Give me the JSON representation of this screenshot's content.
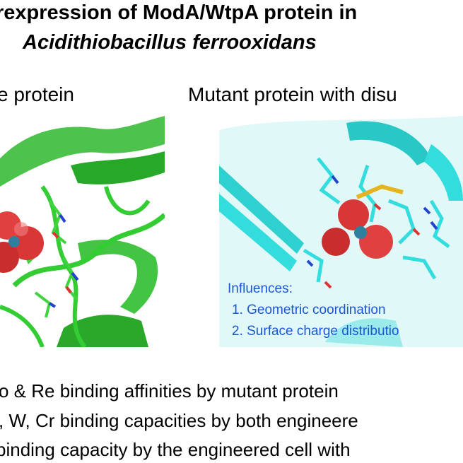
{
  "header": {
    "title_line1": "rexpression of ModA/WtpA protein in",
    "title_line2": "Acidithiobacillus ferrooxidans"
  },
  "panels": {
    "left_label": "e protein",
    "right_label": "Mutant protein with disu"
  },
  "annotation": {
    "heading": "Influences:",
    "items": [
      "1. Geometric coordination",
      "2. Surface charge distributio"
    ]
  },
  "findings": [
    "o & Re binding affinities by mutant protein",
    ", W, Cr binding capacities by both engineere",
    "binding capacity by the engineered cell with"
  ],
  "colors": {
    "wildtype_cartoon": "#33cc33",
    "mutant_cartoon": "#33dddd",
    "ion_sphere": "#e03a3a",
    "disulfide": "#e6b422",
    "annotation_text": "#1a56d6"
  }
}
